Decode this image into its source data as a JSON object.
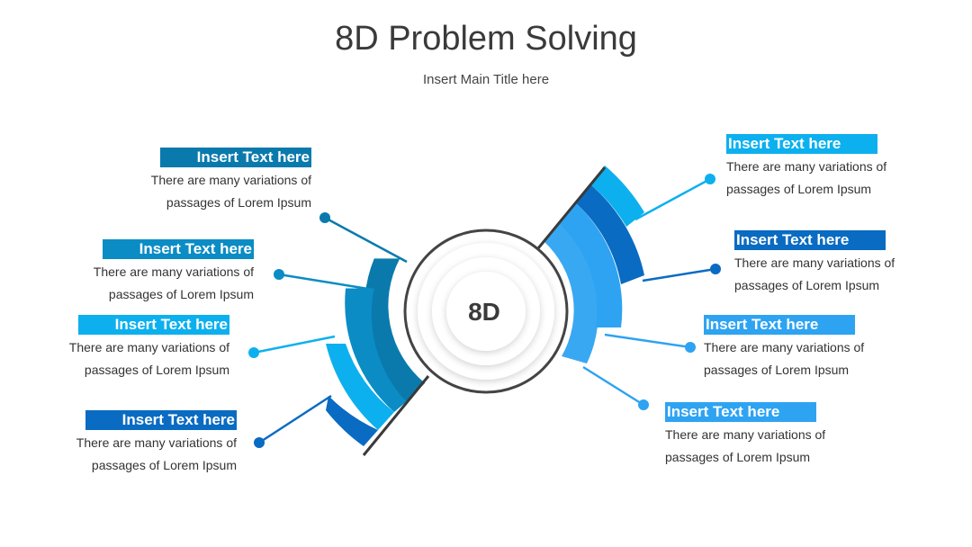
{
  "title": "8D Problem Solving",
  "subtitle": "Insert Main Title here",
  "center_label": "8D",
  "items": [
    {
      "heading": "Insert Text here",
      "line1": "There are many variations of",
      "line2": "passages of Lorem Ipsum",
      "color": "#0a7aad"
    },
    {
      "heading": "Insert Text here",
      "line1": "There are many variations of",
      "line2": "passages of Lorem Ipsum",
      "color": "#0b8cc4"
    },
    {
      "heading": "Insert Text here",
      "line1": "There are many variations of",
      "line2": "passages of Lorem Ipsum",
      "color": "#0db0ee"
    },
    {
      "heading": "Insert Text here",
      "line1": "There are many variations of",
      "line2": "passages of Lorem Ipsum",
      "color": "#0a6bc2"
    },
    {
      "heading": "Insert Text here",
      "line1": "There are many variations of",
      "line2": "passages of Lorem Ipsum",
      "color": "#0db0ee"
    },
    {
      "heading": "Insert Text here",
      "line1": "There are many variations of",
      "line2": "passages of Lorem Ipsum",
      "color": "#0a6bc2"
    },
    {
      "heading": "Insert Text here",
      "line1": "There are many variations of",
      "line2": "passages of Lorem Ipsum",
      "color": "#2ea3f2"
    },
    {
      "heading": "Insert Text here",
      "line1": "There are many variations of",
      "line2": "passages of Lorem Ipsum",
      "color": "#2ea3f2"
    }
  ]
}
